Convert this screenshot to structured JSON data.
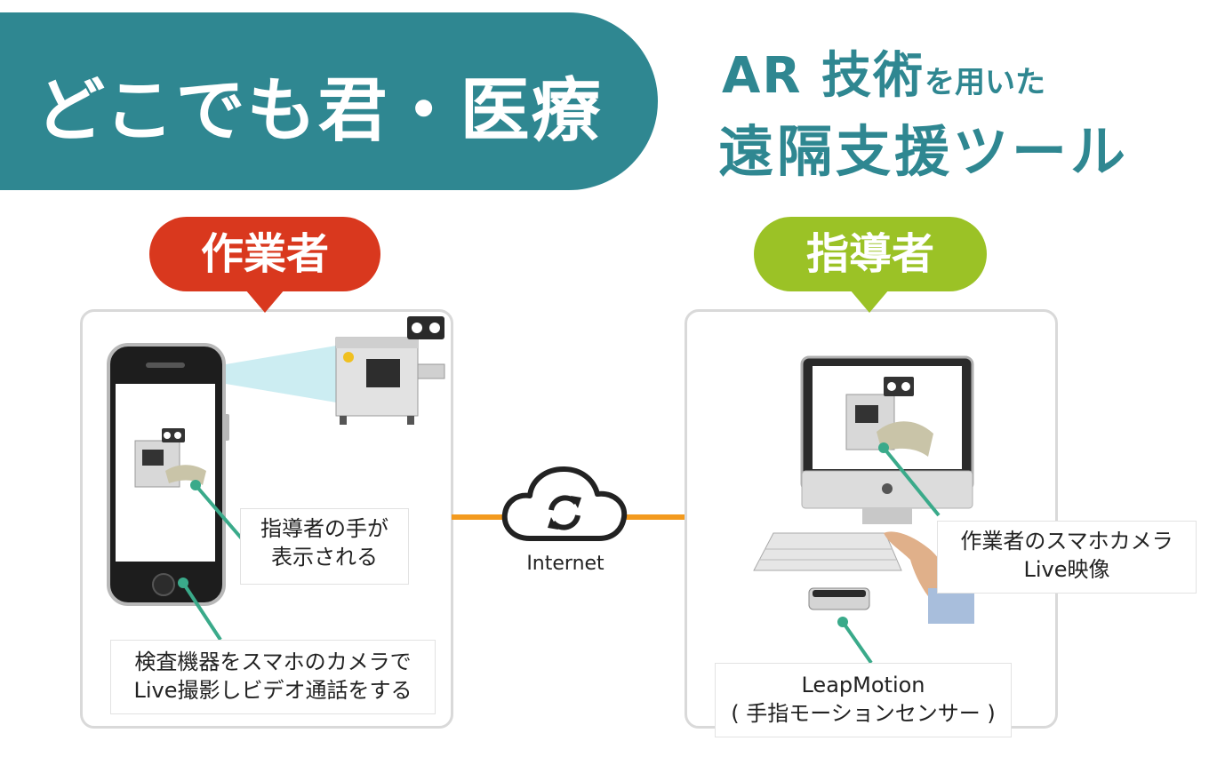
{
  "title": "どこでも君・医療",
  "subtitle": {
    "line1_big": "AR 技術",
    "line1_small": "を用いた",
    "line2": "遠隔支援ツール"
  },
  "worker": {
    "label": "作業者",
    "color": "#d9381e",
    "annotation_hand": [
      "指導者の手が",
      "表示される"
    ],
    "annotation_camera": [
      "検査機器をスマホのカメラで",
      "Live撮影しビデオ通話をする"
    ]
  },
  "instructor": {
    "label": "指導者",
    "color": "#9bc226",
    "annotation_video": [
      "作業者のスマホカメラ",
      "Live映像"
    ],
    "annotation_sensor": [
      "LeapMotion",
      "( 手指モーションセンサー )"
    ]
  },
  "network": {
    "label": "Internet",
    "line_color": "#f39a1e"
  },
  "colors": {
    "accent": "#2f8791",
    "connector": "#3aaa8a"
  }
}
